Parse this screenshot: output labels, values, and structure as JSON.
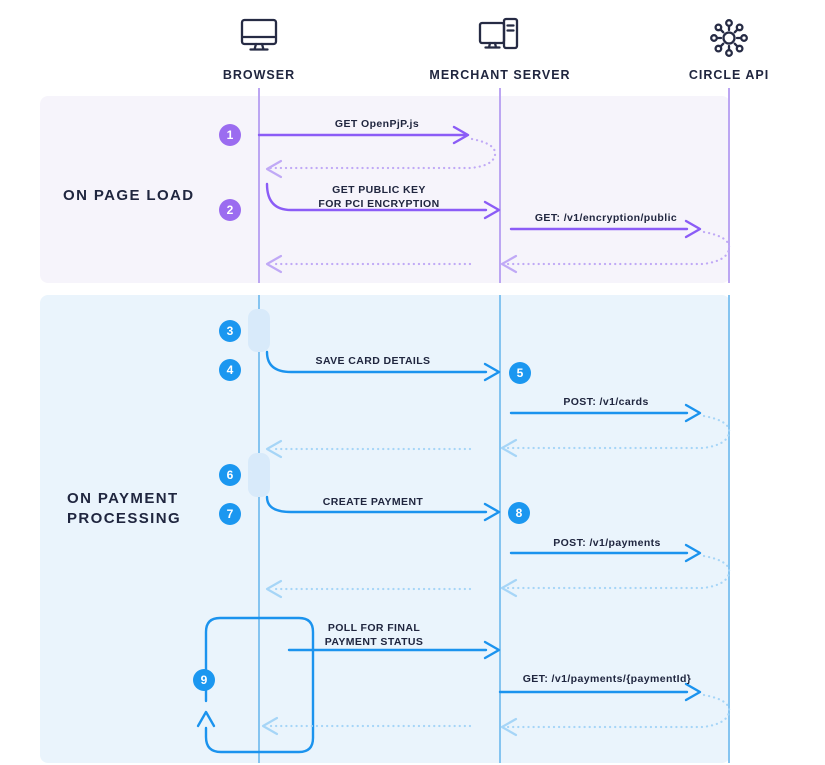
{
  "actors": [
    {
      "label": "BROWSER",
      "icon": "monitor-icon"
    },
    {
      "label": "MERCHANT SERVER",
      "icon": "server-tower-icon"
    },
    {
      "label": "CIRCLE API",
      "icon": "hub-spokes-icon"
    }
  ],
  "sections": [
    {
      "title": "ON PAGE LOAD"
    },
    {
      "title_line1": "ON PAYMENT",
      "title_line2": "PROCESSING"
    }
  ],
  "steps": [
    "1",
    "2",
    "3",
    "4",
    "5",
    "6",
    "7",
    "8",
    "9"
  ],
  "messages": {
    "get_openpjp": "GET OpenPjP.js",
    "get_public_key_line1": "GET PUBLIC KEY",
    "get_public_key_line2": "FOR PCI ENCRYPTION",
    "get_encryption_public": "GET: /v1/encryption/public",
    "save_card_details": "SAVE CARD DETAILS",
    "post_cards": "POST: /v1/cards",
    "create_payment": "CREATE PAYMENT",
    "post_payments": "POST: /v1/payments",
    "poll_line1": "POLL FOR FINAL",
    "poll_line2": "PAYMENT STATUS",
    "get_payment_by_id": "GET: /v1/payments/{paymentId}"
  },
  "colors": {
    "purple_accent": "#8B5CF6",
    "purple_soft": "#C0A9F6",
    "purple_node": "#9B6CF0",
    "purple_bg": "#F6F4FB",
    "purple_lifeline": "#BCA6F2",
    "blue_accent": "#1B93EE",
    "blue_soft": "#A6D5F7",
    "blue_node": "#1B97F0",
    "blue_bg": "#EAF4FC",
    "blue_lifeline": "#85C4F0",
    "activation_fill": "#D8EAFA",
    "ink": "#20263F"
  }
}
